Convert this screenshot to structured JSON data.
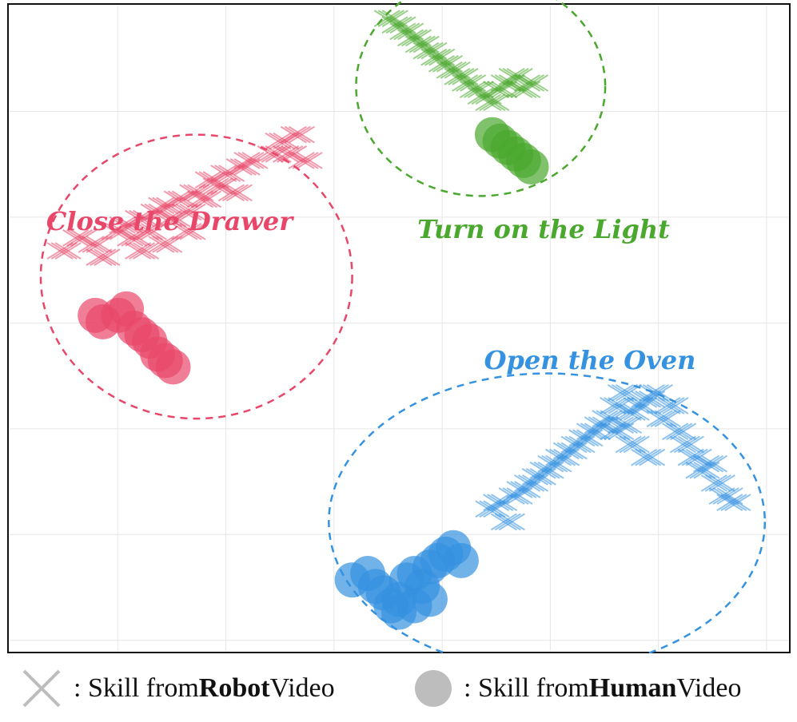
{
  "chart_data": {
    "type": "scatter",
    "title": "",
    "xlabel": "",
    "ylabel": "",
    "grid": true,
    "legend_placement": "bottom",
    "xlim": [
      0,
      100
    ],
    "ylim": [
      0,
      100
    ],
    "clusters": [
      {
        "label": "Close the Drawer",
        "color": "#e8476a",
        "ellipse": {
          "cx": 24,
          "cy": 42,
          "rx": 20,
          "ry": 22
        },
        "robot": [
          [
            7,
            38
          ],
          [
            9,
            36
          ],
          [
            11,
            37
          ],
          [
            12,
            39
          ],
          [
            14,
            35
          ],
          [
            15,
            34
          ],
          [
            16,
            36
          ],
          [
            17,
            33
          ],
          [
            18,
            35
          ],
          [
            19,
            32
          ],
          [
            20,
            31
          ],
          [
            21,
            33
          ],
          [
            22,
            30
          ],
          [
            23,
            32
          ],
          [
            24,
            29
          ],
          [
            25,
            30
          ],
          [
            26,
            27
          ],
          [
            27,
            28
          ],
          [
            28,
            26
          ],
          [
            30,
            25
          ],
          [
            31,
            24
          ],
          [
            34,
            23
          ],
          [
            35,
            21
          ],
          [
            36,
            23
          ],
          [
            37,
            20
          ],
          [
            38,
            24
          ],
          [
            20,
            37
          ],
          [
            17,
            38
          ],
          [
            23,
            35
          ],
          [
            29,
            29
          ]
        ],
        "human": [
          [
            11,
            48
          ],
          [
            12,
            49
          ],
          [
            14,
            48
          ],
          [
            15,
            47
          ],
          [
            16,
            50
          ],
          [
            17,
            51
          ],
          [
            18,
            52
          ],
          [
            19,
            54
          ],
          [
            20,
            55
          ],
          [
            21,
            56
          ]
        ]
      },
      {
        "label": "Turn on the Light",
        "color": "#4aa82e",
        "ellipse": {
          "cx": 60.5,
          "cy": 12.5,
          "rx": 16,
          "ry": 17
        },
        "robot": [
          [
            49,
            2
          ],
          [
            50,
            3
          ],
          [
            51,
            4
          ],
          [
            52,
            5
          ],
          [
            53,
            6
          ],
          [
            54,
            7
          ],
          [
            55,
            8
          ],
          [
            56,
            9
          ],
          [
            57,
            10
          ],
          [
            58,
            11
          ],
          [
            59,
            12
          ],
          [
            60,
            13
          ],
          [
            61,
            14
          ],
          [
            62,
            15
          ],
          [
            63,
            13
          ],
          [
            64,
            12
          ],
          [
            65,
            11
          ],
          [
            66,
            13
          ],
          [
            67,
            12
          ]
        ],
        "human": [
          [
            62,
            20
          ],
          [
            63,
            21
          ],
          [
            64,
            22
          ],
          [
            65,
            23
          ],
          [
            66,
            24
          ],
          [
            67,
            25
          ]
        ]
      },
      {
        "label": "Open the Oven",
        "color": "#3592e0",
        "ellipse": {
          "cx": 69,
          "cy": 80,
          "rx": 28,
          "ry": 23
        },
        "robot": [
          [
            62,
            78
          ],
          [
            63,
            77
          ],
          [
            64,
            80
          ],
          [
            65,
            76
          ],
          [
            66,
            75
          ],
          [
            67,
            74
          ],
          [
            68,
            73
          ],
          [
            69,
            72
          ],
          [
            70,
            71
          ],
          [
            71,
            70
          ],
          [
            72,
            69
          ],
          [
            73,
            68
          ],
          [
            74,
            67
          ],
          [
            75,
            66
          ],
          [
            76,
            65
          ],
          [
            77,
            64
          ],
          [
            78,
            66
          ],
          [
            79,
            65
          ],
          [
            80,
            63
          ],
          [
            81,
            62
          ],
          [
            82,
            61
          ],
          [
            83,
            60
          ],
          [
            84,
            64
          ],
          [
            85,
            62
          ],
          [
            86,
            66
          ],
          [
            87,
            68
          ],
          [
            88,
            70
          ],
          [
            89,
            72
          ],
          [
            90,
            71
          ],
          [
            91,
            74
          ],
          [
            92,
            76
          ],
          [
            93,
            77
          ],
          [
            78,
            62
          ],
          [
            79,
            60
          ],
          [
            80,
            68
          ],
          [
            82,
            70
          ]
        ],
        "human": [
          [
            44,
            89
          ],
          [
            46,
            88
          ],
          [
            47,
            90
          ],
          [
            48,
            91
          ],
          [
            49,
            93
          ],
          [
            50,
            92
          ],
          [
            51,
            89
          ],
          [
            52,
            88
          ],
          [
            53,
            90
          ],
          [
            54,
            87
          ],
          [
            55,
            86
          ],
          [
            56,
            85
          ],
          [
            57,
            84
          ],
          [
            58,
            86
          ],
          [
            54,
            92
          ],
          [
            52,
            93
          ],
          [
            50,
            94
          ]
        ]
      }
    ]
  },
  "legend": {
    "robot_prefix": ": Skill from ",
    "robot_bold": "Robot",
    "robot_suffix": " Video",
    "human_prefix": ": Skill from ",
    "human_bold": "Human",
    "human_suffix": " Video",
    "marker_color": "#bdbdbd"
  }
}
